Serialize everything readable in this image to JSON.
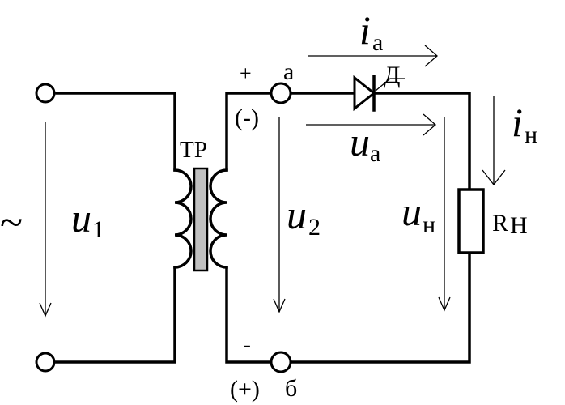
{
  "diagram": {
    "source_symbol": "~",
    "u1": {
      "base": "u",
      "sub": "1"
    },
    "u2": {
      "base": "u",
      "sub": "2"
    },
    "ua": {
      "base": "u",
      "sub": "a"
    },
    "un": {
      "base": "u",
      "sub": "н"
    },
    "ia": {
      "base": "i",
      "sub": "a"
    },
    "in": {
      "base": "i",
      "sub": "н"
    },
    "transformer_label": "ТР",
    "diode_label": "Д",
    "resistor_label": {
      "base": "R",
      "sub": "Н"
    },
    "node_a_label": "а",
    "node_b_label": "б",
    "top_polarity": "+",
    "top_polarity_alt": "(-)",
    "bottom_polarity": "-",
    "bottom_polarity_alt": "(+)"
  },
  "colors": {
    "line": "#000000",
    "background": "#ffffff",
    "core": "#c0c0c0"
  }
}
